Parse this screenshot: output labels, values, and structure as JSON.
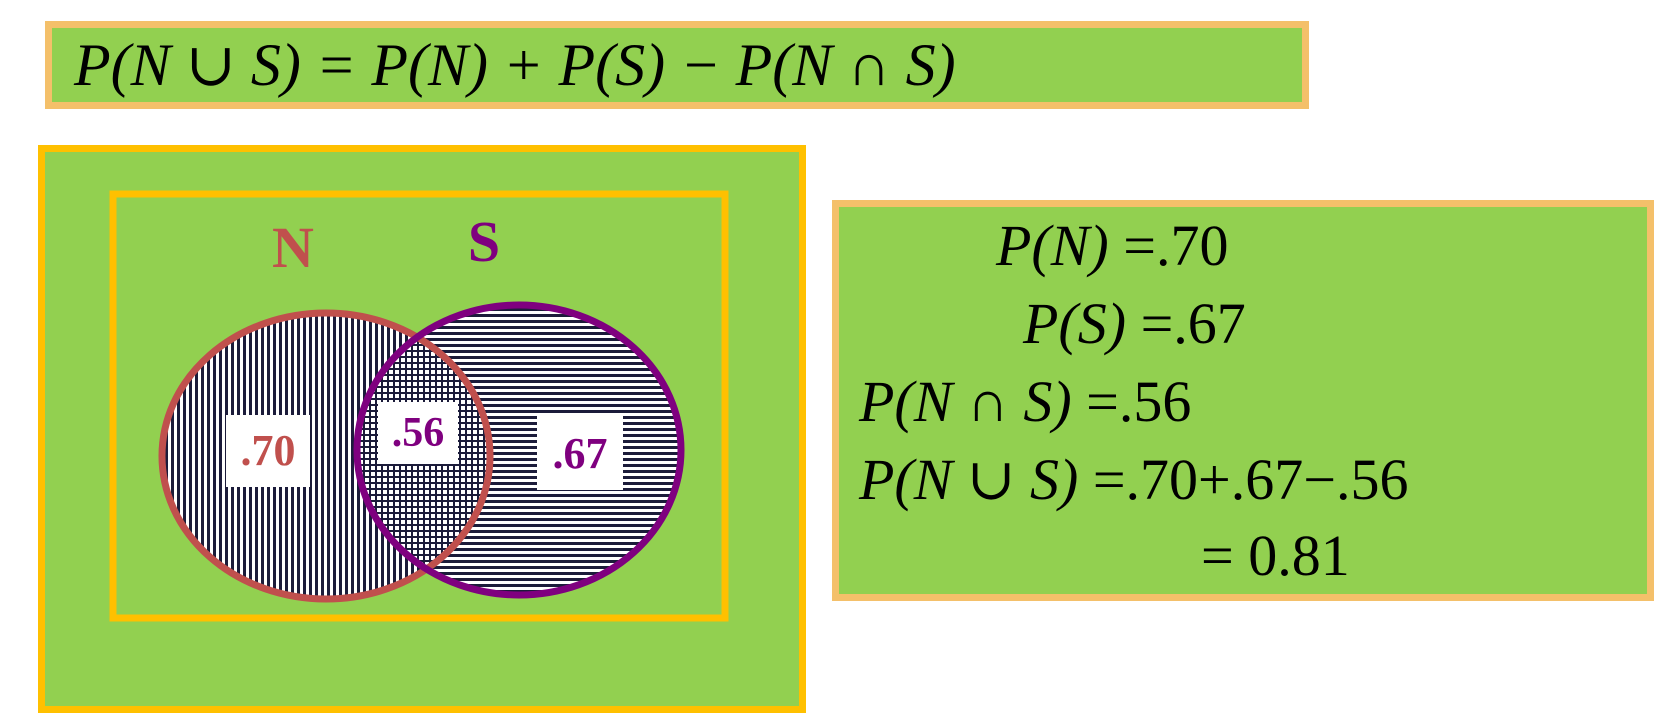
{
  "formula": {
    "text": "P(N ∪ S) = P(N) + P(S) − P(N ∩ S)"
  },
  "venn": {
    "set_n_label": "N",
    "set_s_label": "S",
    "only_n_value": ".70",
    "intersection_value": ".56",
    "only_s_value": ".67",
    "colors": {
      "background": "#92d050",
      "outer_border": "#ffc000",
      "n_circle": "#c0504d",
      "s_circle": "#7f007f",
      "hatch": "#1b1b3a"
    }
  },
  "calculation": {
    "lines": [
      {
        "lhs": "P(N)",
        "rhs": " =.70"
      },
      {
        "lhs": "P(S)",
        "rhs": " =.67"
      },
      {
        "lhs": "P(N ∩ S)",
        "rhs": " =.56"
      },
      {
        "lhs": "P(N ∪ S)",
        "rhs": " =.70+.67−.56"
      },
      {
        "lhs": "",
        "rhs": "= 0.81"
      }
    ]
  }
}
